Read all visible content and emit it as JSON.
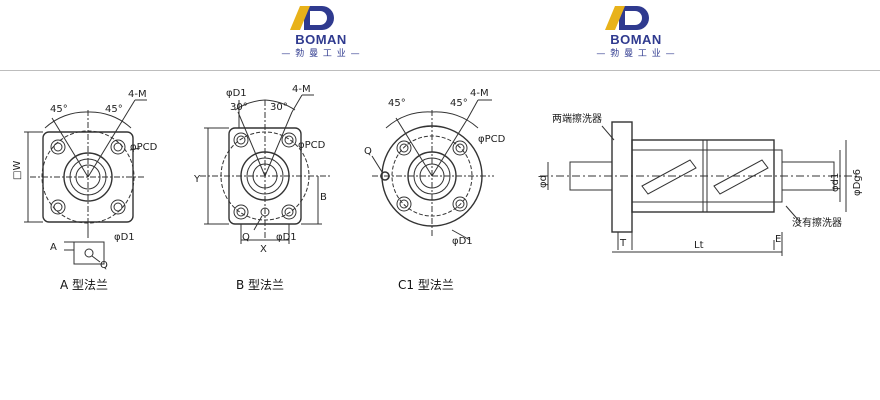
{
  "logos": [
    {
      "brand": "BOMAN",
      "sub": "— 勃 曼 工 业 —",
      "colors": {
        "primary": "#2f3a8f",
        "accent": "#e8b21a"
      }
    },
    {
      "brand": "BOMAN",
      "sub": "— 勃 曼 工 业 —",
      "colors": {
        "primary": "#2f3a8f",
        "accent": "#e8b21a"
      }
    }
  ],
  "flange_a": {
    "angle_left": "45°",
    "angle_right": "45°",
    "holes": "4-M",
    "pcd": "φPCD",
    "d1": "φD1",
    "w": "□W",
    "a": "A",
    "q": "Q",
    "caption": "A 型法兰"
  },
  "flange_b": {
    "d1_top": "φD1",
    "angle_left": "30°",
    "angle_right": "30°",
    "holes": "4-M",
    "pcd": "φPCD",
    "y": "Y",
    "b": "B",
    "q": "Q",
    "x": "X",
    "d1": "φD1",
    "caption": "B 型法兰"
  },
  "flange_c1": {
    "angle_left": "45°",
    "angle_right": "45°",
    "holes": "4-M",
    "pcd": "φPCD",
    "q": "Q",
    "d1": "φD1",
    "caption": "C1 型法兰"
  },
  "side_view": {
    "wiper_both": "两端擦洗器",
    "wiper_none": "没有擦洗器",
    "d": "φd",
    "d1": "φd1",
    "dg6": "φDg6",
    "t": "T",
    "e": "E",
    "lt": "Lt"
  }
}
